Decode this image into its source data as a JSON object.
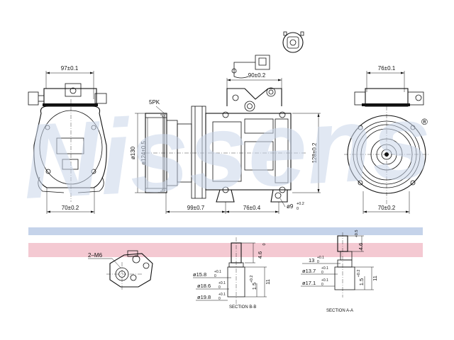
{
  "watermark": {
    "text": "Nissens",
    "trademark": "®"
  },
  "bands": {
    "blue": "#c5d3ea",
    "pink": "#f4c9d2"
  },
  "dimensions": {
    "left_view_top_width": "97±0.1",
    "left_view_bottom_width": "70±0.2",
    "belt_label": "5PK",
    "pulley_outer_dia": "ø130",
    "pulley_groove_dia": "ø124±0.5",
    "mount_span": "90±0.2",
    "height_right": "128±0.2",
    "front_length": "99±0.7",
    "rear_length": "76±0.4",
    "hole_dia": "ø9",
    "hole_tol_upper": "+0.2",
    "hole_tol_lower": "0",
    "right_view_top_width": "76±0.1",
    "right_view_bottom_width": "70±0.2"
  },
  "fitting_label": "2–M6",
  "section_b": {
    "title": "SECTION B-B",
    "d1": "ø15.8",
    "d2": "ø18.6",
    "d3": "ø19.8",
    "tol_upper": "+0.1",
    "tol_lower": "0",
    "h1": "4.6",
    "h1_tol": "0",
    "h2": "1.5",
    "h2_tol": "+0.2",
    "h3": "11"
  },
  "section_a": {
    "title": "SECTION A-A",
    "d1": "13",
    "d2": "ø13.7",
    "d3": "ø17.1",
    "tol_upper": "+0.1",
    "tol_lower": "0",
    "h1": "4.6",
    "h1_tol": "+0.5",
    "h2": "1.5",
    "h2_tol": "+0.2",
    "h3": "11"
  }
}
